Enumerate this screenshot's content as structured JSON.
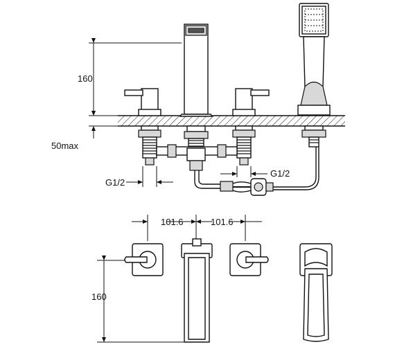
{
  "dimensions": {
    "height_160_top": "160",
    "depth_50max": "50max",
    "thread_left": "G1/2",
    "thread_right": "G1/2",
    "spacing_left": "101.6",
    "spacing_right": "101.6",
    "height_160_bottom": "160"
  }
}
